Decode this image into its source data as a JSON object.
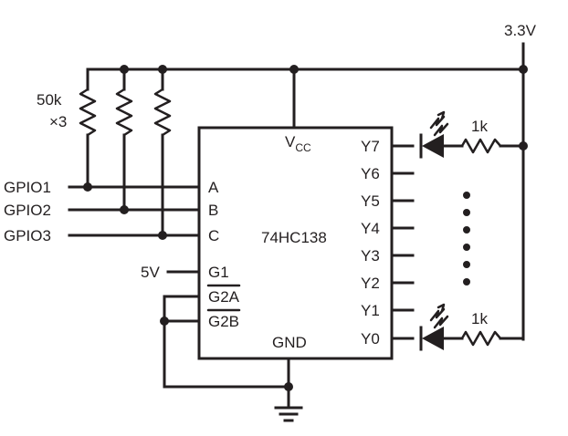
{
  "supply": {
    "label": "3.3V"
  },
  "pullups": {
    "value": "50k",
    "count": "×3"
  },
  "ic": {
    "part": "74HC138",
    "vcc_main": "V",
    "vcc_sub": "CC",
    "gnd": "GND",
    "pins_left": [
      "A",
      "B",
      "C",
      "G1",
      "G2A",
      "G2B"
    ],
    "pins_right": [
      "Y7",
      "Y6",
      "Y5",
      "Y4",
      "Y3",
      "Y2",
      "Y1",
      "Y0"
    ]
  },
  "gpio": [
    "GPIO1",
    "GPIO2",
    "GPIO3"
  ],
  "g1_supply": "5V",
  "led_resistor": "1k",
  "led_resistor_bottom": "1k"
}
